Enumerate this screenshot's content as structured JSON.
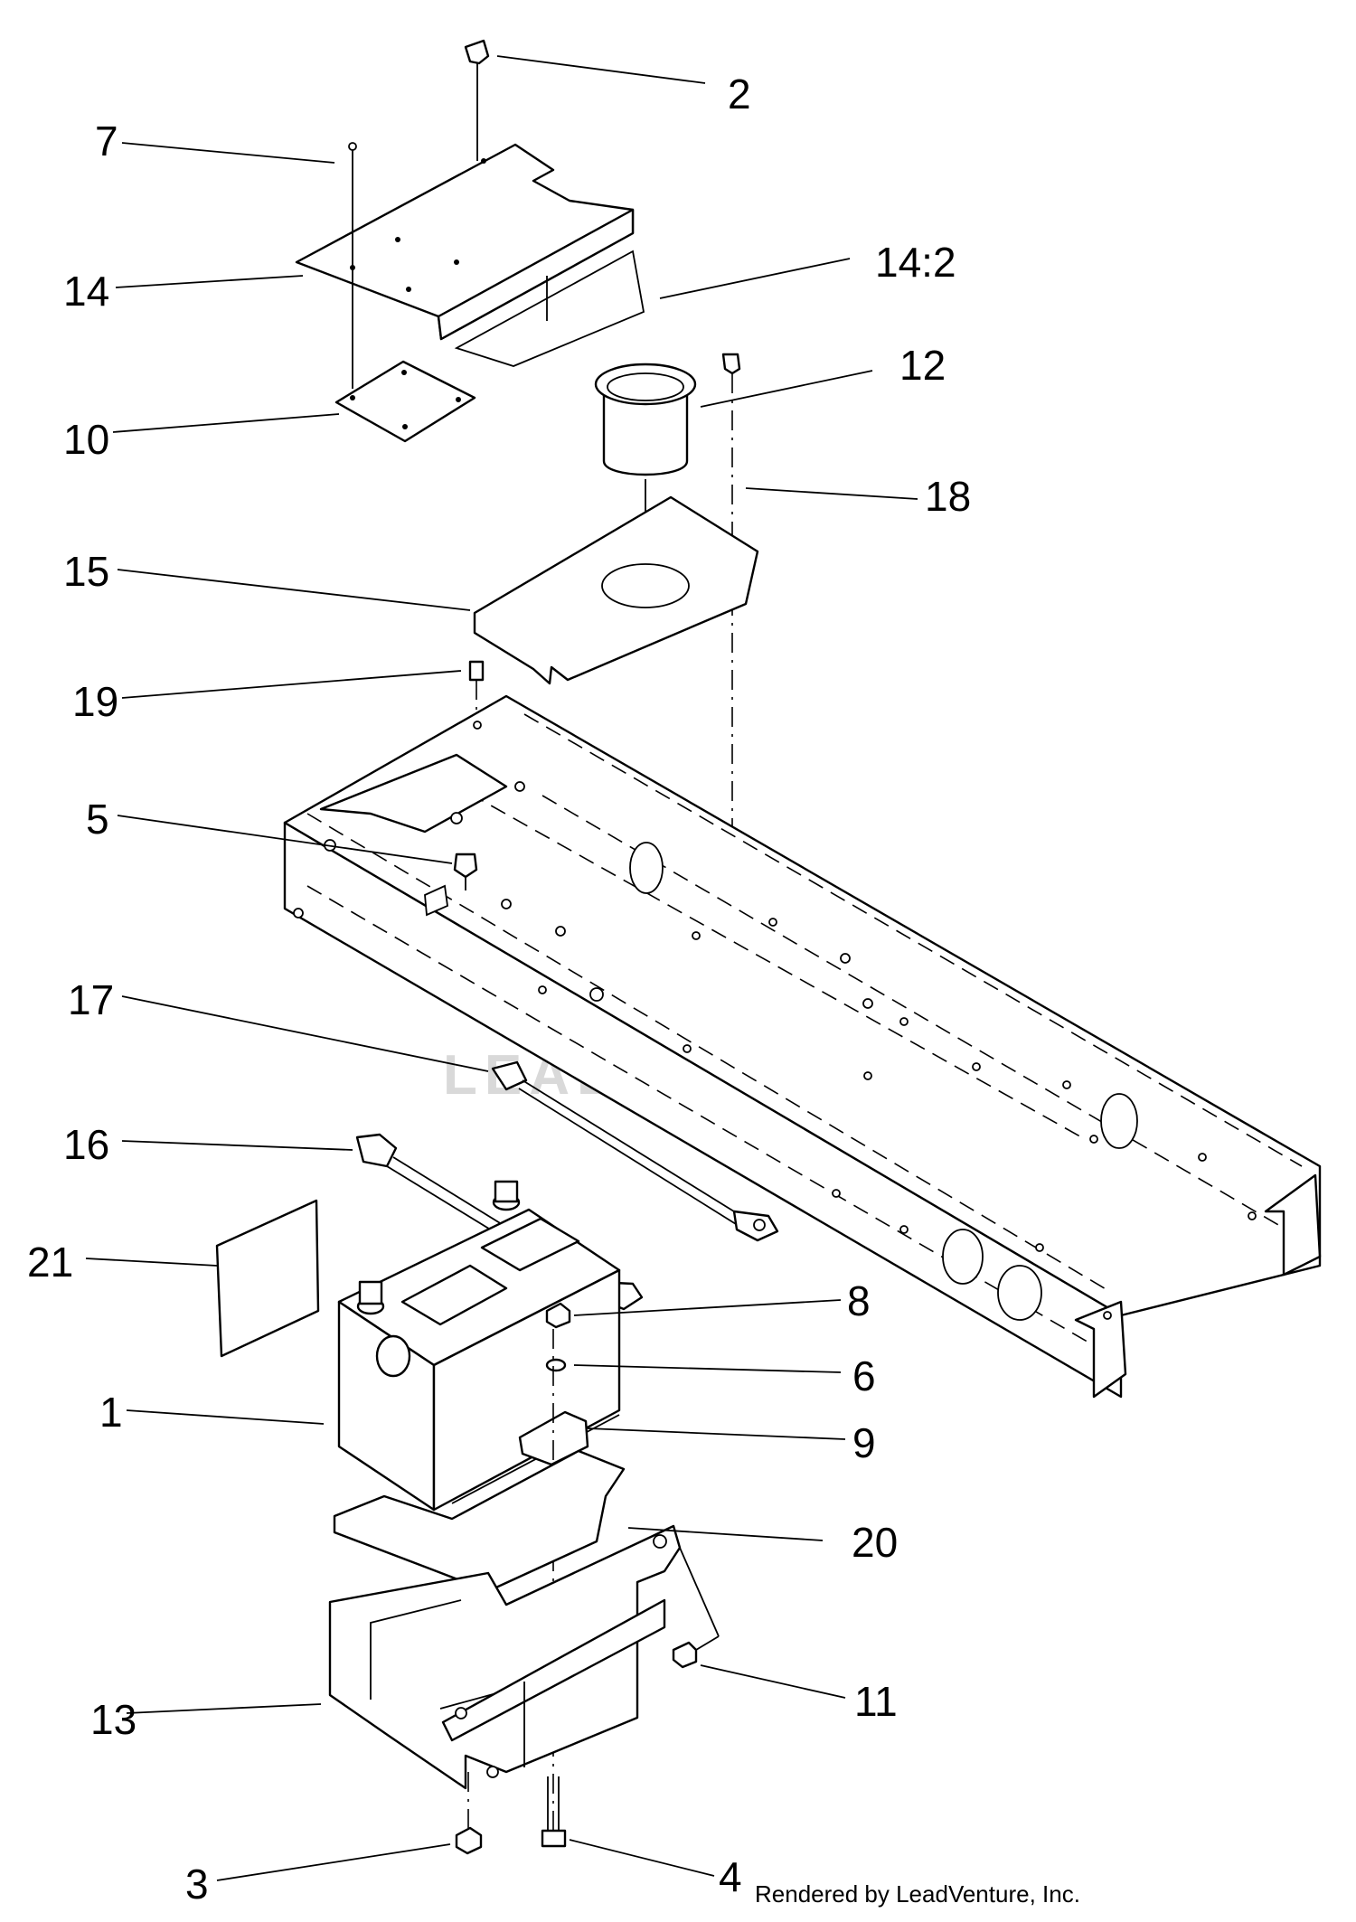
{
  "watermark": "LEADVENTURE",
  "credit": "Rendered by LeadVenture, Inc.",
  "callouts": [
    "2",
    "7",
    "14",
    "14:2",
    "12",
    "10",
    "18",
    "15",
    "19",
    "5",
    "17",
    "16",
    "21",
    "8",
    "6",
    "1",
    "9",
    "20",
    "11",
    "13",
    "3",
    "4"
  ]
}
